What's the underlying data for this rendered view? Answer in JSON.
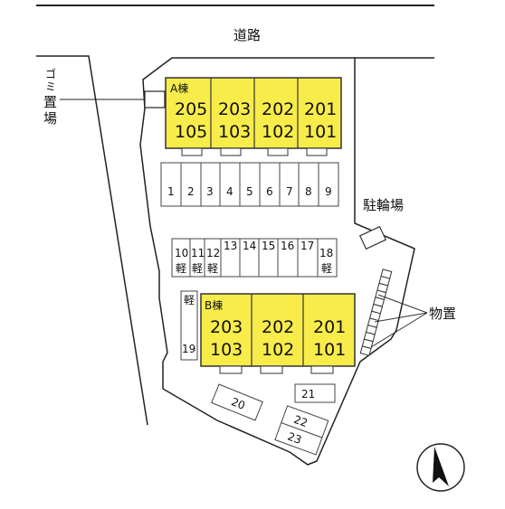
{
  "road_label": "道路",
  "garbage_label": [
    "ゴ",
    "ミ",
    "置",
    "場"
  ],
  "bicycle_label": "駐輪場",
  "storage_label": "物置",
  "building_a": {
    "name": "A棟",
    "upper": [
      "205",
      "203",
      "202",
      "201"
    ],
    "lower": [
      "105",
      "103",
      "102",
      "101"
    ]
  },
  "building_b": {
    "name": "B棟",
    "upper": [
      "203",
      "202",
      "201"
    ],
    "lower": [
      "103",
      "102",
      "101"
    ]
  },
  "parking_row1": [
    "1",
    "2",
    "3",
    "4",
    "5",
    "6",
    "7",
    "8",
    "9"
  ],
  "parking_row2": [
    {
      "num": "10",
      "kei": "軽"
    },
    {
      "num": "11",
      "kei": "軽"
    },
    {
      "num": "12",
      "kei": "軽"
    },
    {
      "num": "13",
      "kei": ""
    },
    {
      "num": "14",
      "kei": ""
    },
    {
      "num": "15",
      "kei": ""
    },
    {
      "num": "16",
      "kei": ""
    },
    {
      "num": "17",
      "kei": ""
    },
    {
      "num": "18",
      "kei": "軽"
    }
  ],
  "parking_19": {
    "num": "19",
    "kei": "軽"
  },
  "parking_20": "20",
  "parking_21": "21",
  "parking_22": "22",
  "parking_23": "23",
  "colors": {
    "building": "#f8ec4a",
    "line": "#111111"
  }
}
